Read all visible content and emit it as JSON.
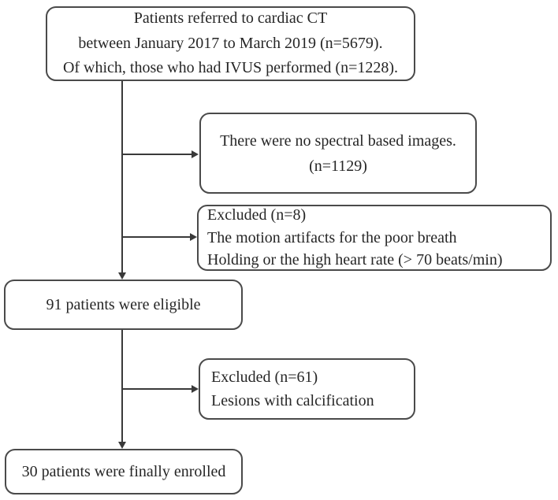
{
  "figure": {
    "type": "patient-flow-diagram",
    "description": "Flow chart of patient selection for cardiac CT / IVUS study"
  },
  "colors": {
    "box_border": "#4a4a4a",
    "connector": "#3a3a3a",
    "text": "#262626",
    "box_background": "#ffffff"
  },
  "boxes": {
    "referral": {
      "lines": [
        "Patients referred to cardiac CT",
        "between January 2017 to March 2019 (n=5679).",
        "Of which, those who had IVUS performed (n=1228)."
      ],
      "n_referred": 5679,
      "n_ivus": 1228
    },
    "no_spectral": {
      "lines": [
        "There were no spectral based images.",
        "(n=1129)"
      ],
      "n": 1129
    },
    "excluded_artifacts": {
      "lines": [
        "Excluded (n=8)",
        "The motion artifacts for the poor breath",
        "Holding or the high heart rate (> 70 beats/min)"
      ],
      "n": 8
    },
    "eligible": {
      "lines": [
        "91 patients were eligible"
      ],
      "n": 91
    },
    "excluded_calcification": {
      "lines": [
        "Excluded (n=61)",
        "Lesions with calcification"
      ],
      "n": 61
    },
    "enrolled": {
      "lines": [
        "30 patients were finally enrolled"
      ],
      "n": 30
    }
  }
}
